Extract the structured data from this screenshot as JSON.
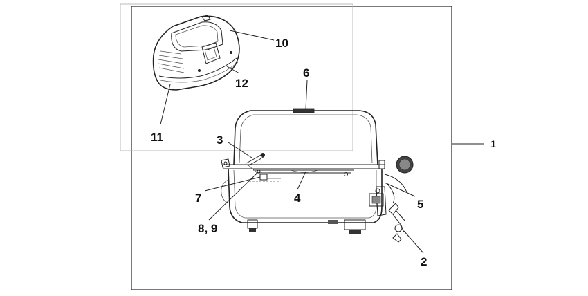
{
  "callouts": {
    "c1": "1",
    "c2": "2",
    "c3": "3",
    "c4": "4",
    "c5": "5",
    "c6": "6",
    "c7": "7",
    "c89": "8, 9",
    "c10": "10",
    "c11": "11",
    "c12": "12"
  },
  "colors": {
    "line": "#222222",
    "inset_frame": "#bbbbbb",
    "fill_dark": "#333333",
    "fill_gray": "#888888"
  }
}
